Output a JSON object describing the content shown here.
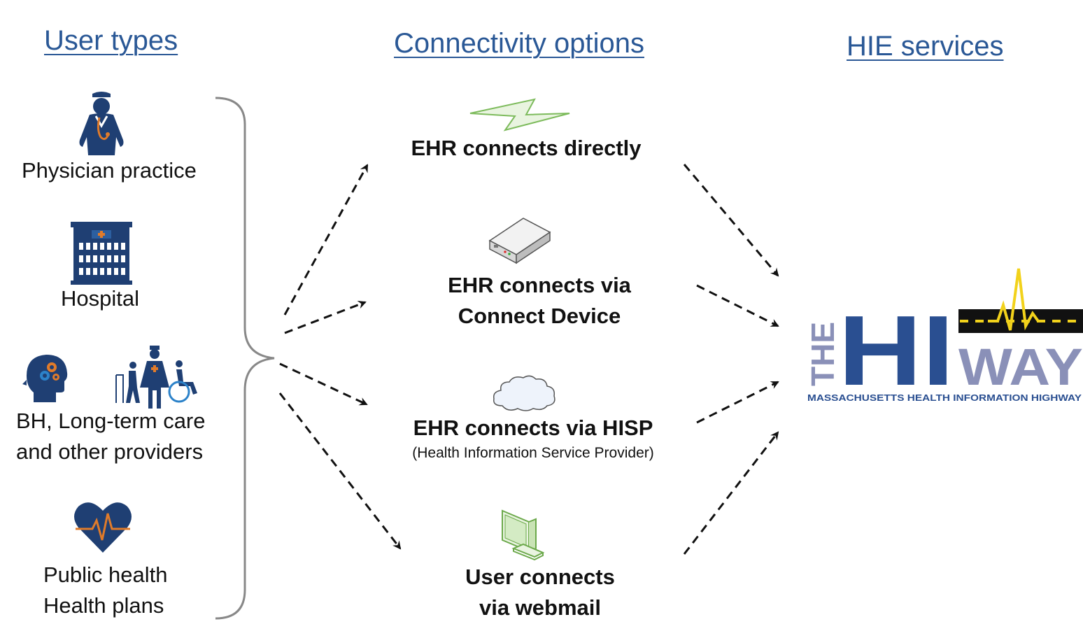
{
  "headings": {
    "user_types": "User types",
    "connectivity": "Connectivity options",
    "hie_services": "HIE services"
  },
  "user_types": [
    {
      "label": "Physician practice",
      "icon": "physician-icon"
    },
    {
      "label": "Hospital",
      "icon": "hospital-icon"
    },
    {
      "label_line1": "BH, Long-term care",
      "label_line2": "and other providers",
      "icon": "caregiver-icons"
    },
    {
      "label_line1": "Public health",
      "label_line2": "Health plans",
      "icon": "heart-pulse-icon"
    }
  ],
  "connectivity_options": [
    {
      "label": "EHR connects directly",
      "icon": "lightning-icon"
    },
    {
      "label_line1": "EHR connects via",
      "label_line2": "Connect Device",
      "icon": "device-box-icon"
    },
    {
      "label": "EHR connects via HISP",
      "sub": "(Health Information Service Provider)",
      "icon": "cloud-icon"
    },
    {
      "label_line1": "User connects",
      "label_line2": "via webmail",
      "icon": "monitor-icon"
    }
  ],
  "logo": {
    "the": "THE",
    "hi": "HI",
    "way": "WAY",
    "tagline": "MASSACHUSETTS HEALTH INFORMATION HIGHWAY"
  },
  "colors": {
    "heading": "#2a5896",
    "navy": "#1f3f73",
    "orange": "#e07b2a",
    "logo_blue": "#2a4f91",
    "logo_light": "#8a90b8",
    "road": "#111111",
    "pulse": "#f2d21b",
    "green": "#7dbb5c"
  }
}
